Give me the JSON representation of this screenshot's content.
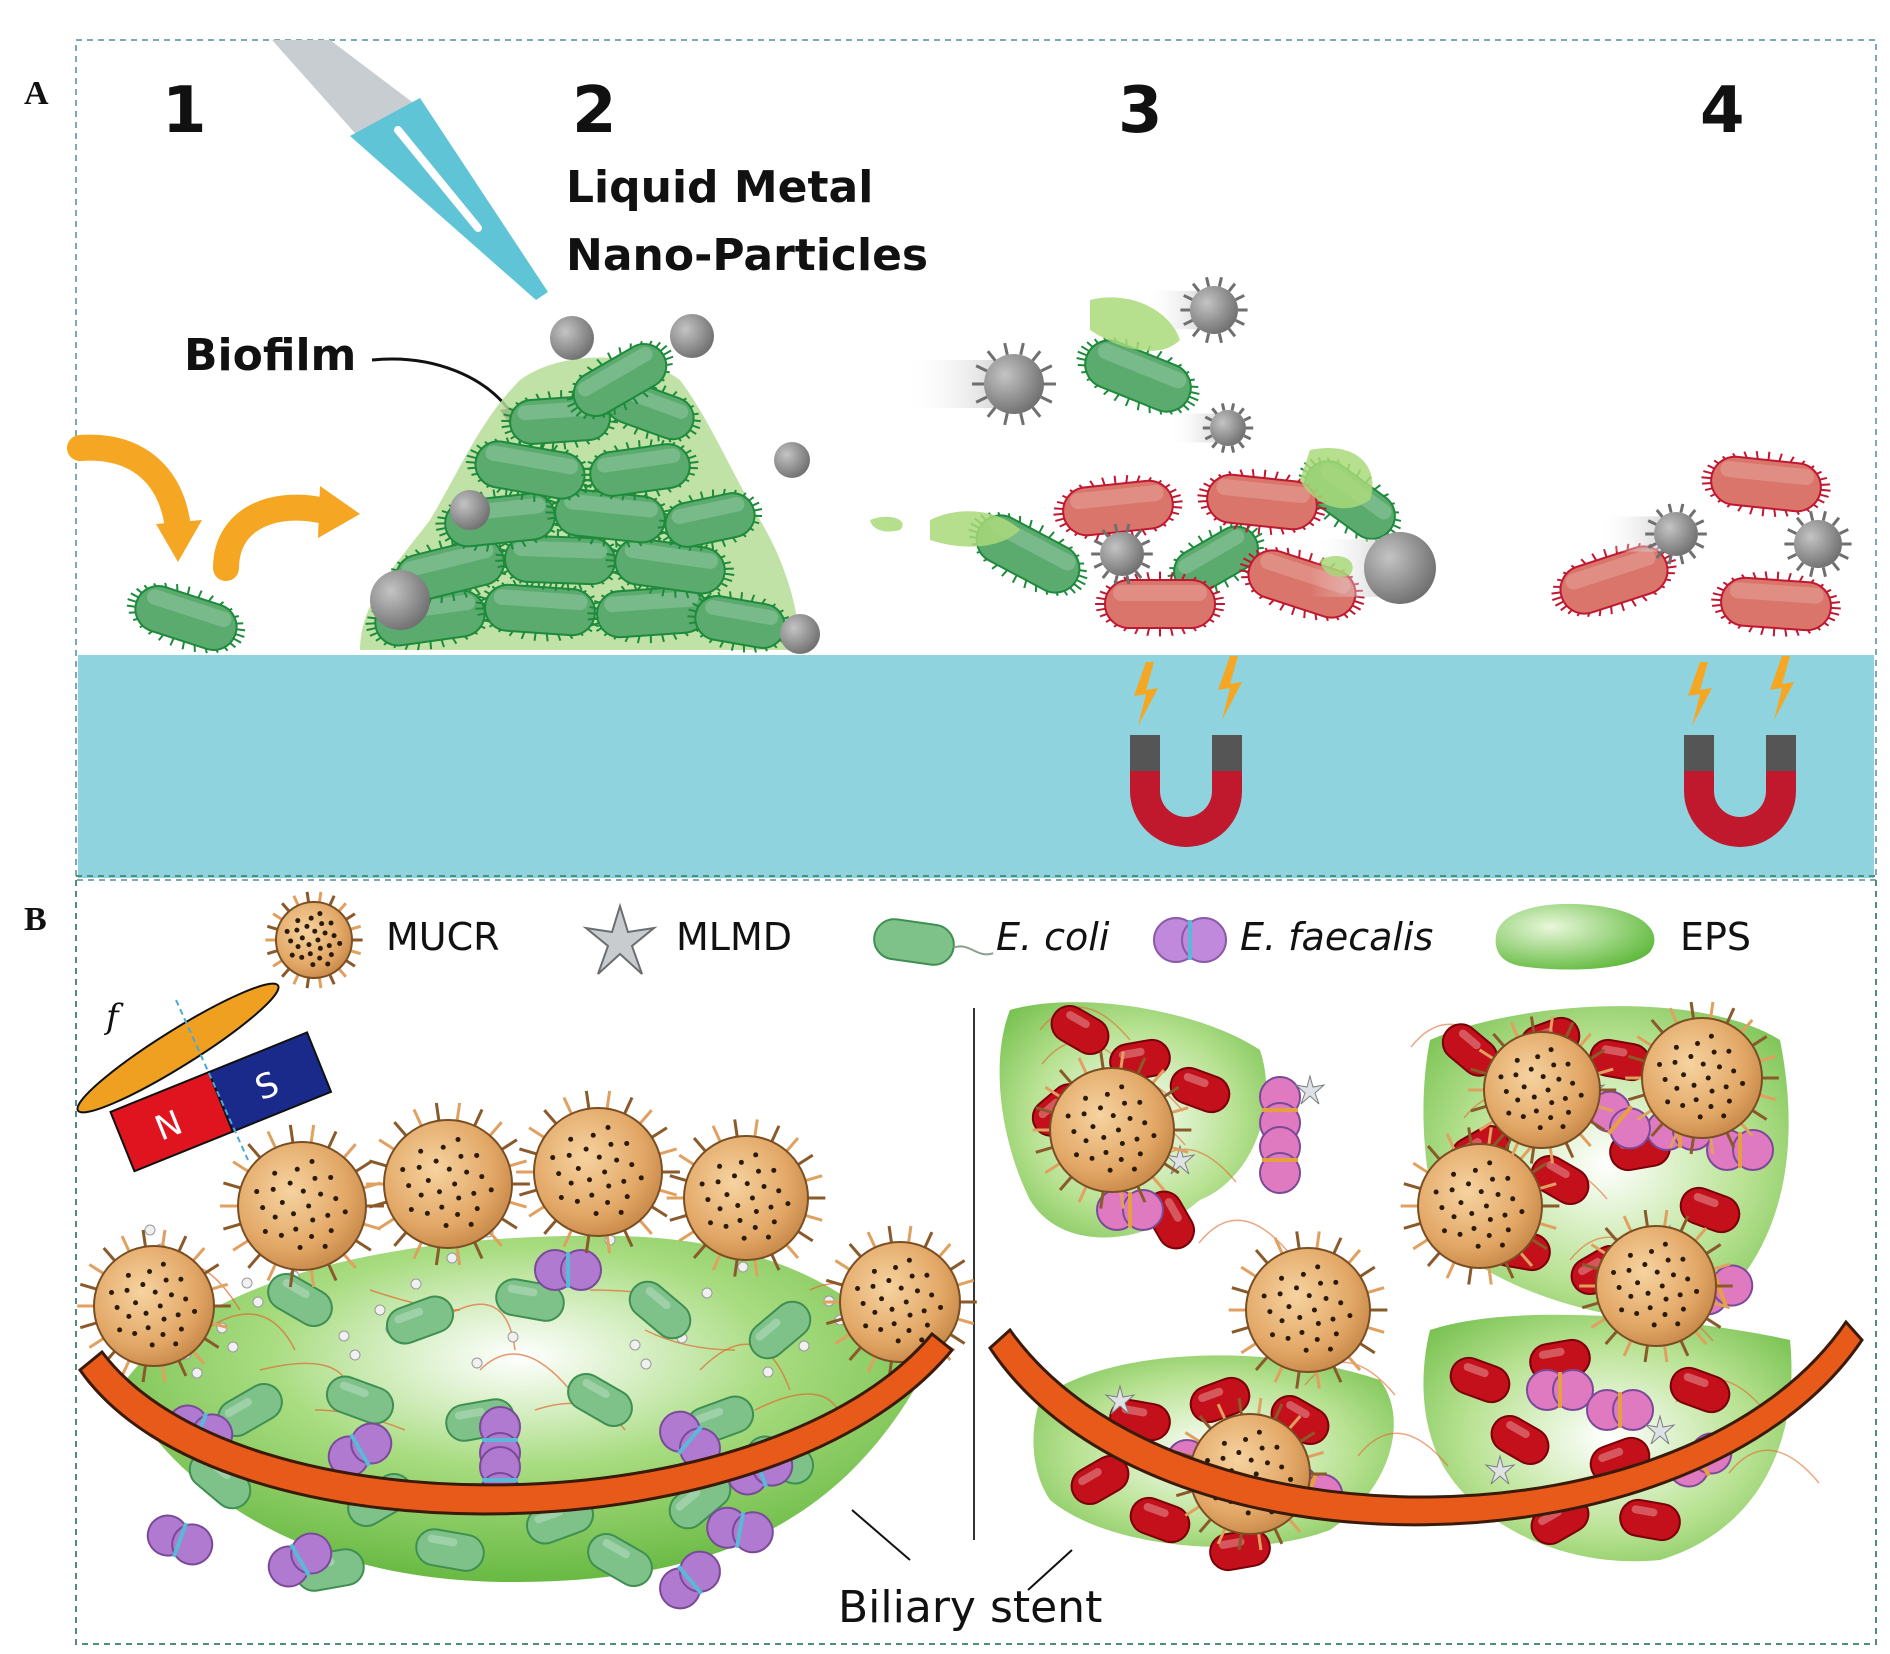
{
  "panels": {
    "a": {
      "letter": "A",
      "steps": [
        "1",
        "2",
        "3",
        "4"
      ],
      "label_liquid_metal_line1": "Liquid Metal",
      "label_liquid_metal_line2": "Nano-Particles",
      "label_biofilm": "Biofilm"
    },
    "b": {
      "letter": "B",
      "legend": {
        "mucr": "MUCR",
        "mlmd": "MLMD",
        "ecoli": "E. coli",
        "efaecalis": "E. faecalis",
        "eps": "EPS"
      },
      "magnet": {
        "north": "N",
        "south": "S",
        "frequency": "f"
      },
      "stent_label": "Biliary stent"
    }
  },
  "colors": {
    "substrate": "#8fd3df",
    "frame": "#7aaab8",
    "frame_b": "#4f8f7a",
    "green_bacterium": "#5bab6f",
    "green_cilia": "#1e8a3c",
    "red_bacterium": "#d9756a",
    "red_cilia": "#c01830",
    "nanoparticle": "#8e8e8e",
    "arrow_orange": "#f5a623",
    "magnet_red": "#c0182c",
    "magnet_gray": "#555555",
    "pipette": "#5ec4d6",
    "eps_green": "#7ec850",
    "mucr_orange": "#e8b070",
    "stent": "#e85a1a",
    "purple_cell": "#b07ad0",
    "dark_red_cell": "#c4101a",
    "pink_cell": "#e07ac0",
    "magnet_n": "#e0141e",
    "magnet_s": "#1a2a8a",
    "ring_orange": "#f0a020"
  }
}
